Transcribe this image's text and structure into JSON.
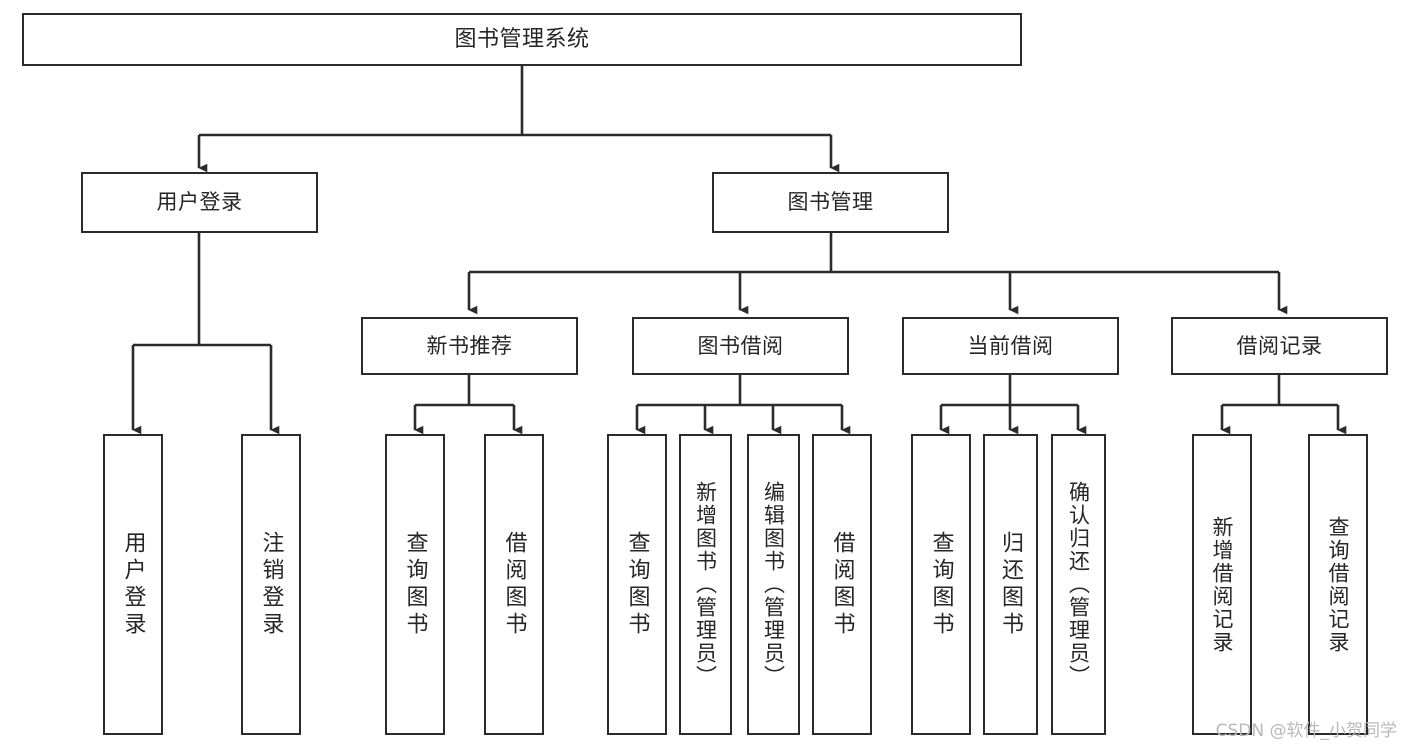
{
  "diagram": {
    "type": "tree-hierarchy-chart",
    "title": "图书管理系统",
    "line_color": "#2b2b2b",
    "text_color": "#262626",
    "background_color": "#ffffff",
    "watermark": "CSDN @软件_小贺同学",
    "root": {
      "id": "root",
      "label": "图书管理系统"
    },
    "level2": [
      {
        "id": "user-login",
        "label": "用户登录"
      },
      {
        "id": "book-manage",
        "label": "图书管理"
      }
    ],
    "level3": [
      {
        "id": "new-book-recommend",
        "label": "新书推荐"
      },
      {
        "id": "book-borrow",
        "label": "图书借阅"
      },
      {
        "id": "current-borrow",
        "label": "当前借阅"
      },
      {
        "id": "borrow-record",
        "label": "借阅记录"
      }
    ],
    "leaves": {
      "user_login": [
        {
          "id": "leaf-user-login",
          "label": "用户登录"
        },
        {
          "id": "leaf-logout",
          "label": "注销登录"
        }
      ],
      "new_book_recommend": [
        {
          "id": "leaf-query-book-1",
          "label": "查询图书"
        },
        {
          "id": "leaf-borrow-book-1",
          "label": "借阅图书"
        }
      ],
      "book_borrow": [
        {
          "id": "leaf-query-book-2",
          "label": "查询图书"
        },
        {
          "id": "leaf-add-book",
          "label": "新增图书（管理员）"
        },
        {
          "id": "leaf-edit-book",
          "label": "编辑图书（管理员）"
        },
        {
          "id": "leaf-borrow-book-2",
          "label": "借阅图书"
        }
      ],
      "current_borrow": [
        {
          "id": "leaf-query-book-3",
          "label": "查询图书"
        },
        {
          "id": "leaf-return-book",
          "label": "归还图书"
        },
        {
          "id": "leaf-confirm-return",
          "label": "确认归还（管理员）"
        }
      ],
      "borrow_record": [
        {
          "id": "leaf-add-record",
          "label": "新增借阅记录"
        },
        {
          "id": "leaf-query-record",
          "label": "查询借阅记录"
        }
      ]
    }
  }
}
